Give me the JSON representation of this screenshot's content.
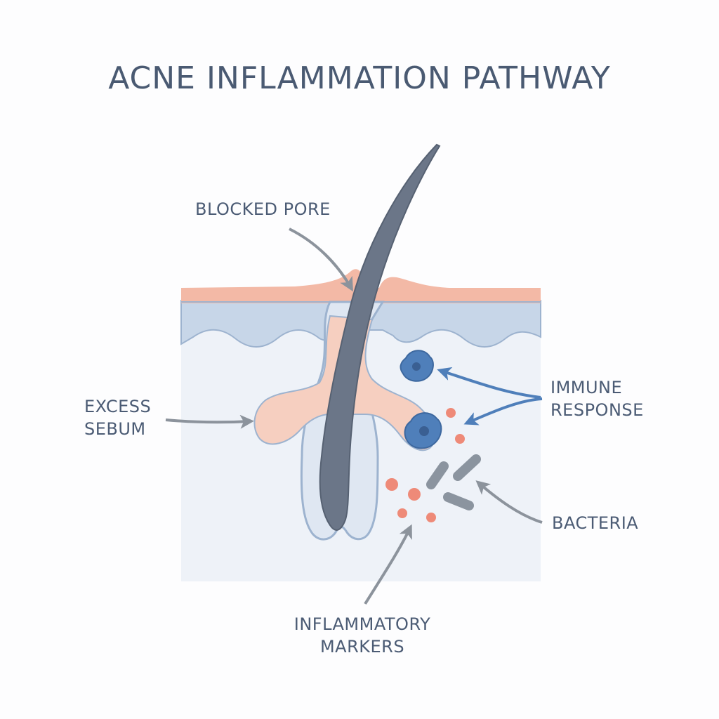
{
  "title": "ACNE INFLAMMATION PATHWAY",
  "labels": {
    "blocked_pore": "BLOCKED PORE",
    "excess_sebum": [
      "EXCESS",
      "SEBUM"
    ],
    "immune_response": [
      "IMMUNE",
      "RESPONSE"
    ],
    "bacteria": "BACTERIA",
    "inflammatory_markers": [
      "INFLAMMATORY",
      "MARKERS"
    ]
  },
  "colors": {
    "text": "#4b5b74",
    "epidermis_top": "#f3b9a6",
    "skin_layer": "#c7d6e8",
    "dermis": "#eef2f8",
    "hair": "#6b7688",
    "sebum": "#f6cfc0",
    "immune_cell": "#4f7fba",
    "marker_dot": "#ee8a78",
    "bacteria": "#8b949f",
    "arrow_gray": "#8c939c",
    "arrow_blue": "#4f7fba"
  }
}
